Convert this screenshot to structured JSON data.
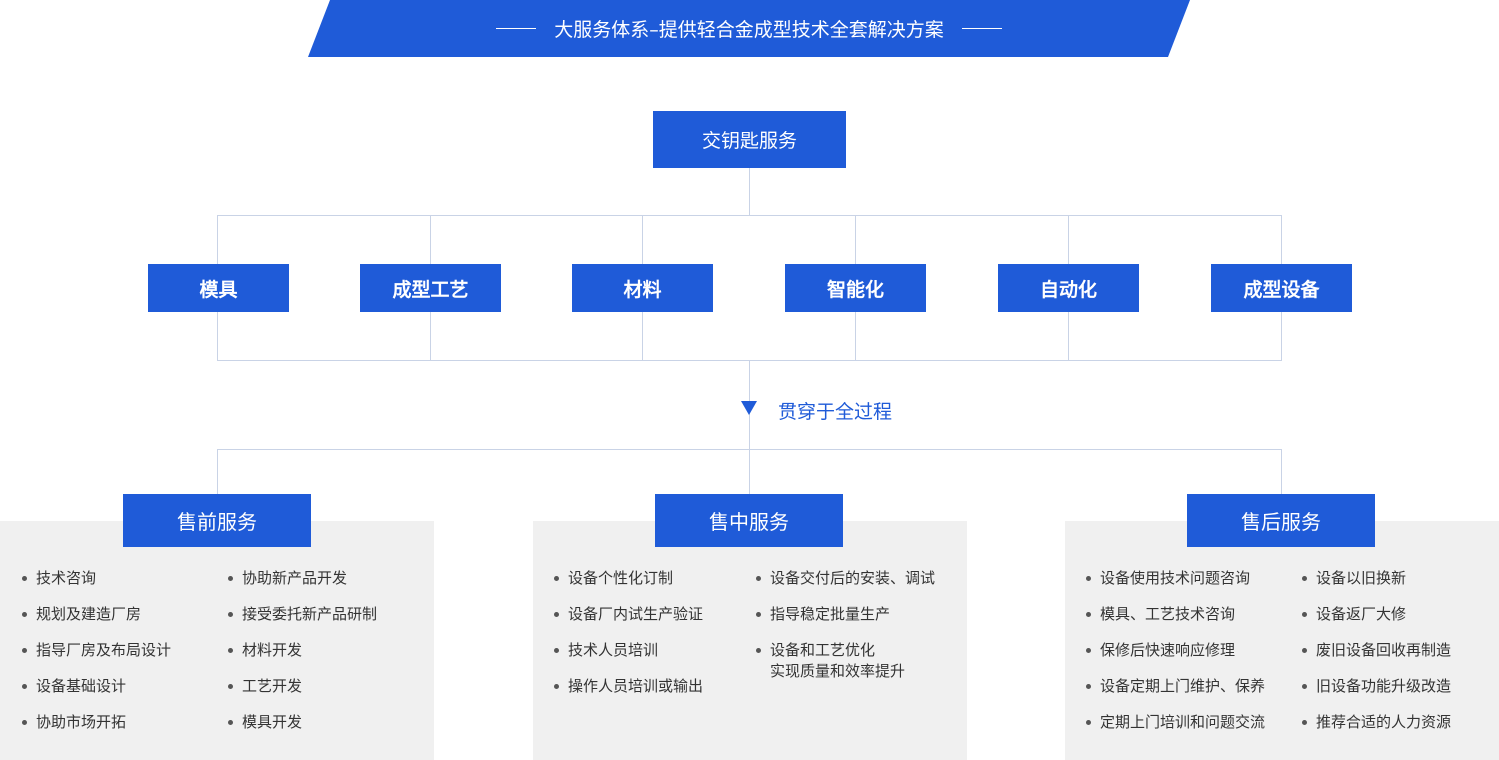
{
  "banner": {
    "title": "大服务体系–提供轻合金成型技术全套解决方案"
  },
  "root": {
    "label": "交钥匙服务"
  },
  "categories": [
    "模具",
    "成型工艺",
    "材料",
    "智能化",
    "自动化",
    "成型设备"
  ],
  "through": {
    "label": "贯穿于全过程"
  },
  "colors": {
    "accent": "#1f5bd8",
    "line": "#c9d3e6",
    "panel": "#f0f0f0"
  },
  "services": [
    {
      "label": "售前服务",
      "left_items": [
        "技术咨询",
        "规划及建造厂房",
        "指导厂房及布局设计",
        "设备基础设计",
        "协助市场开拓"
      ],
      "right_items": [
        "协助新产品开发",
        "接受委托新产品研制",
        "材料开发",
        "工艺开发",
        "模具开发"
      ]
    },
    {
      "label": "售中服务",
      "left_items": [
        "设备个性化订制",
        "设备厂内试生产验证",
        "技术人员培训",
        "操作人员培训或输出"
      ],
      "right_items": [
        "设备交付后的安装、调试",
        "指导稳定批量生产",
        "设备和工艺优化\n实现质量和效率提升"
      ]
    },
    {
      "label": "售后服务",
      "left_items": [
        "设备使用技术问题咨询",
        "模具、工艺技术咨询",
        "保修后快速响应修理",
        "设备定期上门维护、保养",
        "定期上门培训和问题交流"
      ],
      "right_items": [
        "设备以旧换新",
        "设备返厂大修",
        "废旧设备回收再制造",
        "旧设备功能升级改造",
        "推荐合适的人力资源"
      ]
    }
  ]
}
